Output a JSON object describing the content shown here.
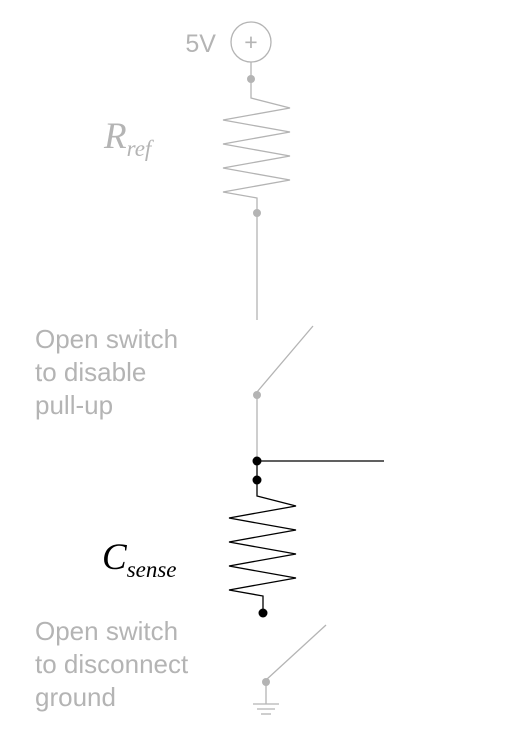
{
  "colors": {
    "muted": "#b4b4b4",
    "active": "#000000",
    "background": "#ffffff"
  },
  "supply": {
    "voltage_label": "5V",
    "symbol": "+",
    "icon": "plus-circle-icon"
  },
  "r_ref": {
    "main": "R",
    "subscript": "ref"
  },
  "c_sense": {
    "main": "C",
    "subscript": "sense"
  },
  "pullup_switch": {
    "lines": [
      "Open switch",
      "to disable",
      "pull-up"
    ]
  },
  "ground_switch": {
    "lines": [
      "Open switch",
      "to disconnect",
      "ground"
    ]
  },
  "ground": {
    "icon": "ground-icon"
  }
}
